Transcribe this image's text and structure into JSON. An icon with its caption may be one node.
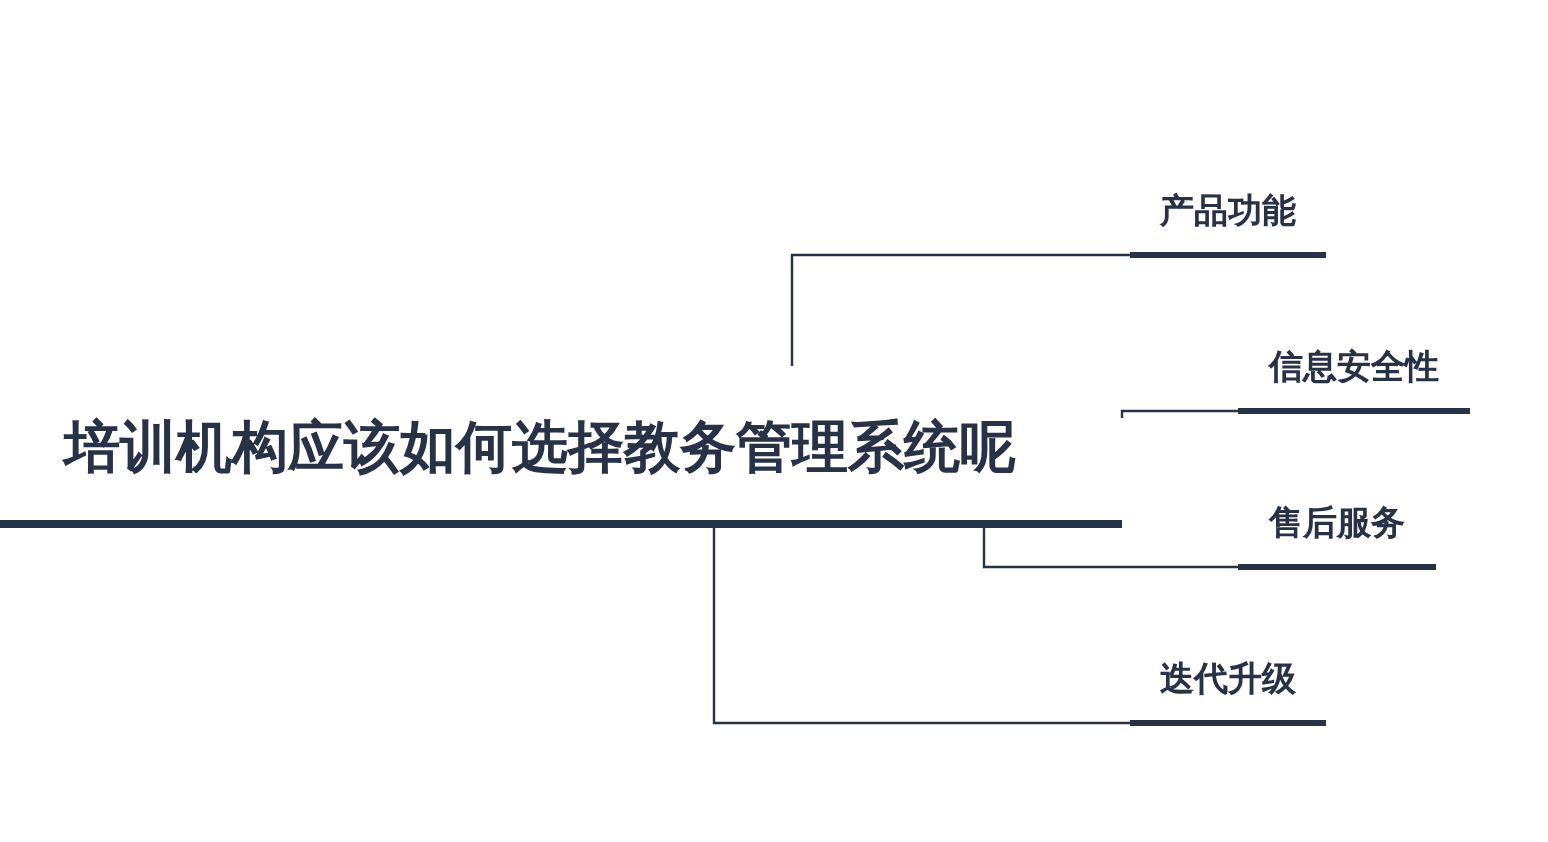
{
  "diagram": {
    "nodes": [
      {
        "text": [
          "培训机构应该如何选择教务管理系统呢"
        ]
      },
      {
        "text": [
          "产品功能"
        ]
      },
      {
        "text": [
          "信息安全性"
        ]
      },
      {
        "text": [
          "售后服务"
        ]
      },
      {
        "text": [
          "迭代升级"
        ]
      }
    ],
    "edges": [
      {
        "from": 0,
        "to": 1,
        "arrow": "none"
      },
      {
        "from": 0,
        "to": 2,
        "arrow": "none"
      },
      {
        "from": 0,
        "to": 3,
        "arrow": "none"
      },
      {
        "from": 0,
        "to": 4,
        "arrow": "none"
      }
    ]
  }
}
